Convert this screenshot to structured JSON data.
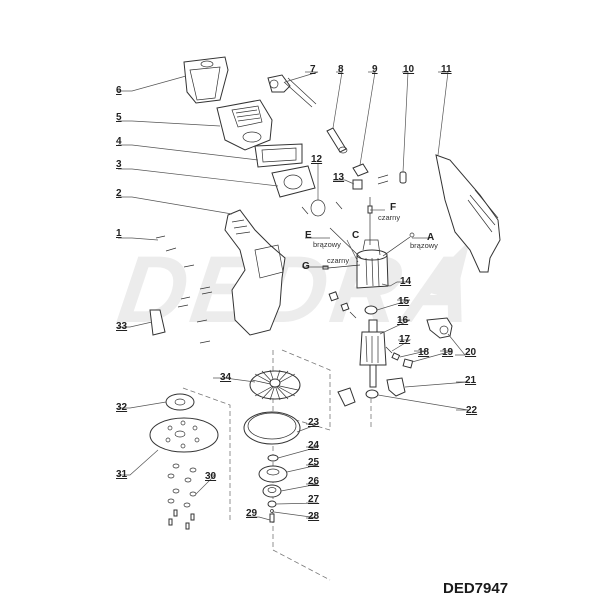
{
  "diagram": {
    "title": "Exploded parts diagram",
    "model_code": "DED7947",
    "watermark": "DEDRA",
    "part_labels": [
      "1",
      "2",
      "3",
      "4",
      "5",
      "6",
      "7",
      "8",
      "9",
      "10",
      "11",
      "12",
      "13",
      "14",
      "15",
      "16",
      "17",
      "18",
      "19",
      "20",
      "21",
      "22",
      "23",
      "24",
      "25",
      "26",
      "27",
      "28",
      "29",
      "30",
      "31",
      "32",
      "33",
      "34"
    ],
    "wires": [
      {
        "letter": "A",
        "color_label": "brązowy"
      },
      {
        "letter": "C",
        "color_label": ""
      },
      {
        "letter": "E",
        "color_label": "brązowy"
      },
      {
        "letter": "F",
        "color_label": "czarny"
      },
      {
        "letter": "G",
        "color_label": "czarny"
      }
    ]
  }
}
